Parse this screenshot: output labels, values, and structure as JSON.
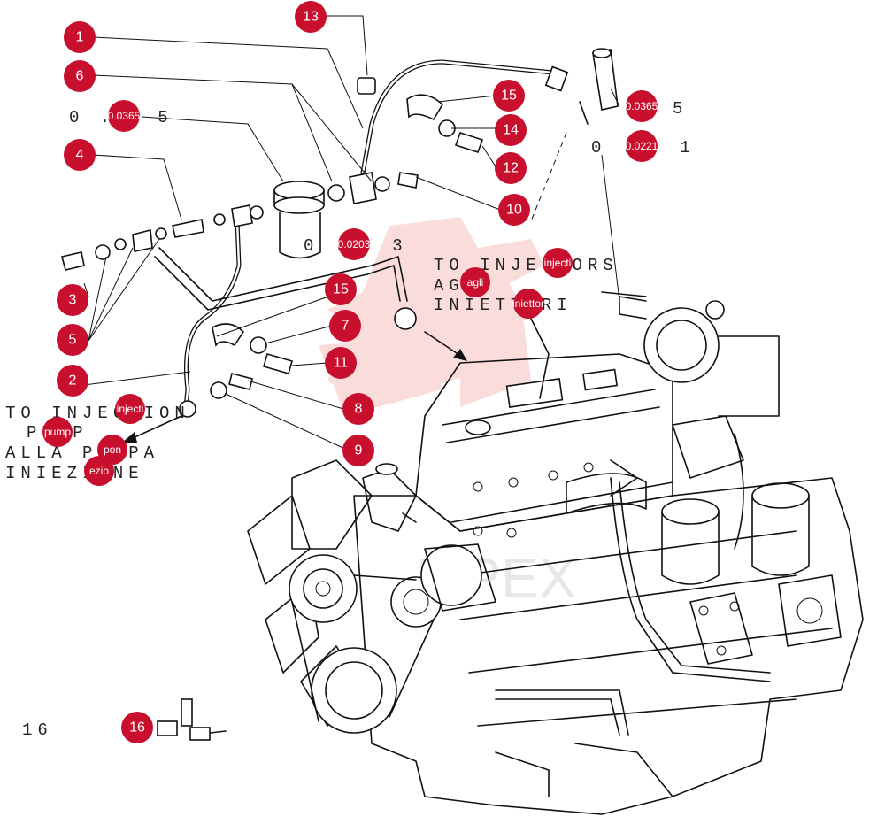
{
  "callouts": [
    {
      "id": "c1",
      "label": "1"
    },
    {
      "id": "c2",
      "label": "2"
    },
    {
      "id": "c3",
      "label": "3"
    },
    {
      "id": "c4",
      "label": "4"
    },
    {
      "id": "c5",
      "label": "5"
    },
    {
      "id": "c6",
      "label": "6"
    },
    {
      "id": "c7",
      "label": "7"
    },
    {
      "id": "c8",
      "label": "8"
    },
    {
      "id": "c9",
      "label": "9"
    },
    {
      "id": "c10",
      "label": "10"
    },
    {
      "id": "c11",
      "label": "11"
    },
    {
      "id": "c12",
      "label": "12"
    },
    {
      "id": "c13",
      "label": "13"
    },
    {
      "id": "c14",
      "label": "14"
    },
    {
      "id": "c15a",
      "label": "15"
    },
    {
      "id": "c15b",
      "label": "15"
    },
    {
      "id": "c16",
      "label": "16"
    }
  ],
  "spec_tags": [
    {
      "text": "0.0365",
      "label_prefix": "0 .",
      "label_suffix": "5"
    },
    {
      "text": "0.0365",
      "label_prefix": "",
      "label_suffix": "5"
    },
    {
      "text": "0.0221",
      "label_prefix": "0 .",
      "label_suffix": "1"
    },
    {
      "text": "0.0203",
      "label_prefix": "0 .",
      "label_suffix": "3"
    }
  ],
  "notes": {
    "injectors_en": "TO INJECTORS",
    "injectors_it1": "AGLI",
    "injectors_it2": "INIETTORI",
    "pump_en1": "TO INJECTION",
    "pump_en2": "PUMP",
    "pump_it1": "ALLA POMPA",
    "pump_it2": "INIEZIONE",
    "ref_16": "16"
  },
  "hotspots": [
    {
      "text": "injecti"
    },
    {
      "text": "agli"
    },
    {
      "text": "iniettor"
    },
    {
      "text": "injecti"
    },
    {
      "text": "pump"
    },
    {
      "text": "pon"
    },
    {
      "text": "ezio"
    }
  ],
  "colors": {
    "callout": "#c8102e",
    "watermark": "#e8463c"
  }
}
